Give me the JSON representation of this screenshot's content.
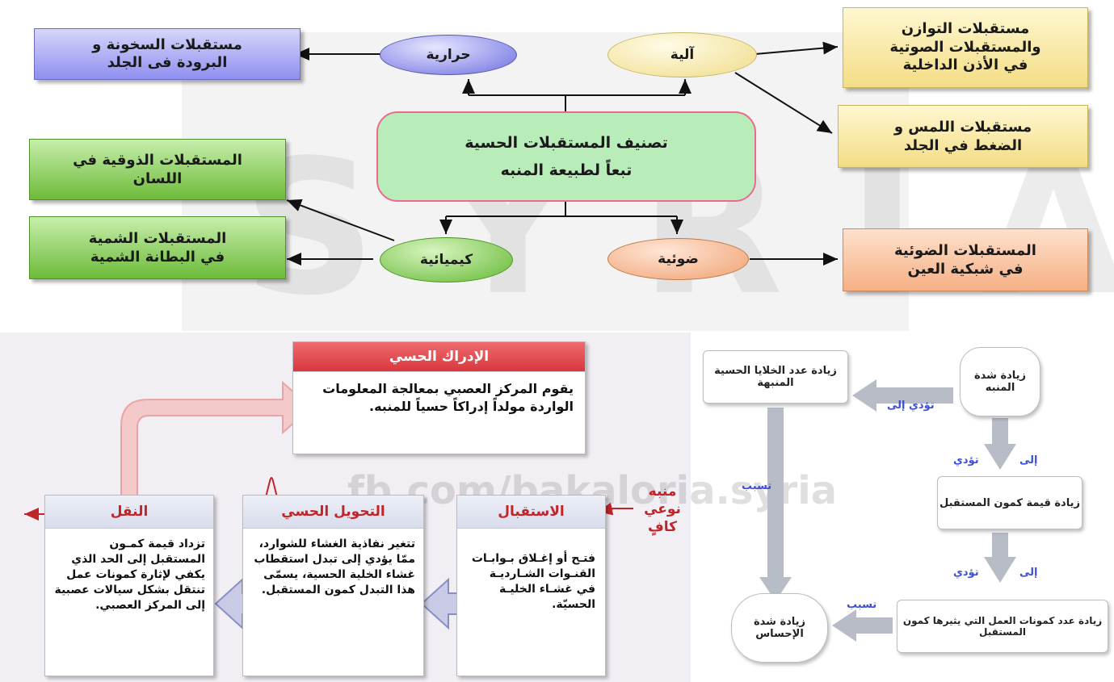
{
  "watermark": {
    "big": "SYRIA",
    "url": "fb.com/bakaloria.syria"
  },
  "top": {
    "center": {
      "line1": "تصنيف المستقبلات الحسية",
      "line2": "تبعاً لطبيعة المنبه"
    },
    "thermal": "حرارية",
    "mechanical": "آلية",
    "chemical": "كيميائية",
    "optical": "ضوئية",
    "hot_cold": {
      "line1": "مستقبلات السخونة و",
      "line2": "البرودة فى الجلد"
    },
    "balance": {
      "line1": "مستقبلات التوازن",
      "line2": "والمستقبلات الصوتية",
      "line3": "في الأذن الداخلية"
    },
    "touch": {
      "line1": "مستقبلات اللمس و",
      "line2": "الضغط في الجلد"
    },
    "taste": {
      "line1": "المستقبلات الذوقية في",
      "line2": "اللسان"
    },
    "smell": {
      "line1": "المستقبلات الشمية",
      "line2": "في البطانة الشمية"
    },
    "retina": {
      "line1": "المستقبلات الضوئية",
      "line2": "في شبكية العين"
    }
  },
  "process": {
    "perception": {
      "title": "الإدراك الحسي",
      "text": "يقوم المركز العصبي بمعالجة المعلومات الواردة مولداً إدراكاً حسياً للمنبه."
    },
    "transmission": {
      "title": "النقل",
      "text": "تزداد قيمة كمـون المستقبل إلى الحد الذي يكفي لإثارة كمونات عمل تنتقل بشكل سيالات عصبية إلى المركز العصبي."
    },
    "transduction": {
      "title": "التحويل الحسي",
      "text": "تتغير نفاذية الغشاء للشوارد، ممّا يؤدي إلى تبدل استقطاب غشاء الخلية الحسية، يسمّى هذا التبدل كمون المستقبل."
    },
    "reception": {
      "title": "الاستقبال",
      "text": "فتـح أو إغـلاق بـوابـات القنـوات الشـارديـة في غشـاء الخليـة الحسيّة."
    },
    "stimulus": {
      "line1": "منبه",
      "line2": "نوعي",
      "line3": "كافٍ"
    }
  },
  "flow": {
    "increase_stimulus": "زيادة شدة المنبه",
    "increase_cells": "زيادة عدد الخلايا الحسية المنبهة",
    "increase_potential": "زيادة قيمة كمون المستقبل",
    "increase_action": "زيادة عدد كمونات العمل التي يثيرها كمون المستقبل",
    "increase_sensation": "زيادة شدة الإحساس",
    "leads_to_1": "تؤدي إلى",
    "leads_to_2a": "تؤدي",
    "leads_to_2b": "إلى",
    "leads_to_3a": "تؤدي",
    "leads_to_3b": "إلى",
    "causes_1": "تسبب",
    "causes_2": "تسبب"
  },
  "colors": {
    "blue": "#8f8ff0",
    "yellow": "#f5e6a0",
    "green": "#7cc24a",
    "orange": "#f6b085",
    "red": "#c0252a",
    "arrow_gray": "#b8bcc6"
  }
}
